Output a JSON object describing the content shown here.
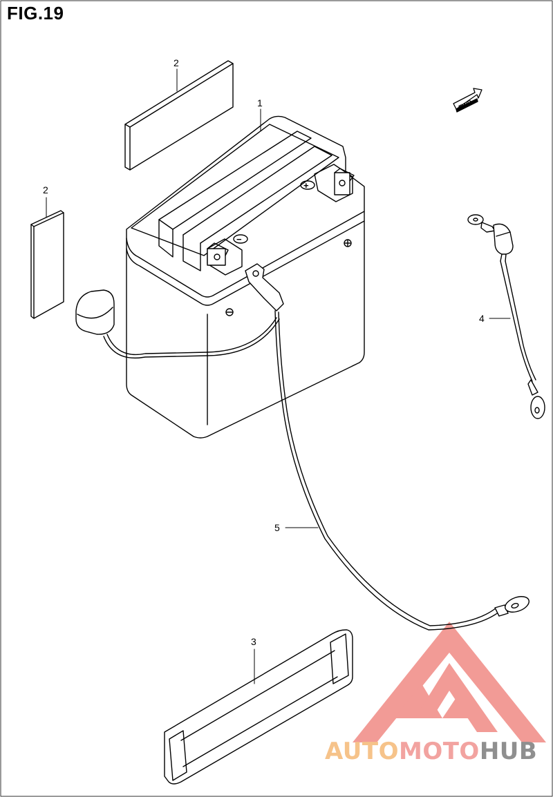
{
  "figure": {
    "title": "FIG.19",
    "fwd_label": "FWD"
  },
  "callouts": [
    {
      "id": "1"
    },
    {
      "id": "2"
    },
    {
      "id": "2"
    },
    {
      "id": "3"
    },
    {
      "id": "4"
    },
    {
      "id": "5"
    }
  ],
  "battery_marks": {
    "plus": "+",
    "minus": "−"
  },
  "watermark": {
    "part_a": "AUTO",
    "part_b": "MOTO",
    "part_c": "HUB",
    "colors": {
      "auto": "#f6c38a",
      "moto": "#f2a3a0",
      "hub": "#8f8f8f",
      "logo": "#f08a84"
    }
  }
}
